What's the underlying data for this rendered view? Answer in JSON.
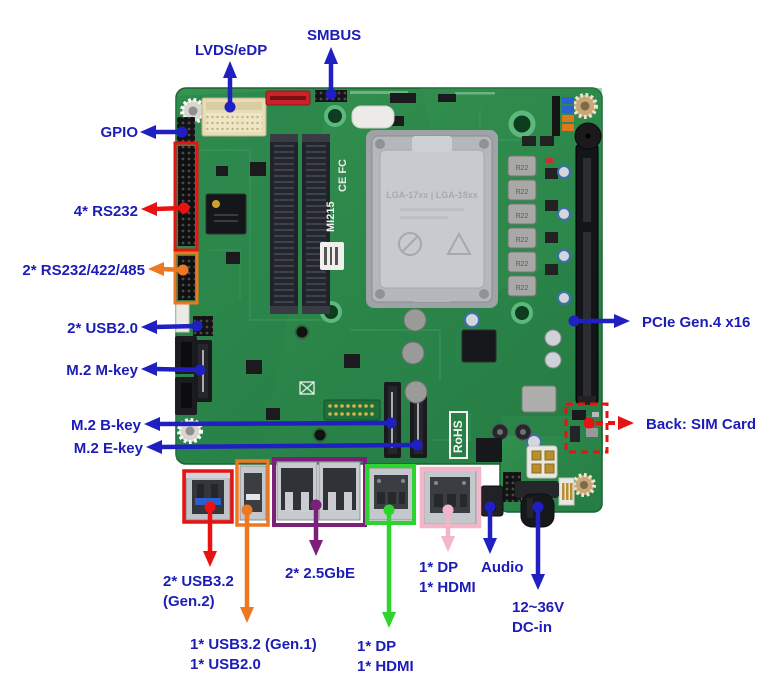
{
  "callouts": {
    "lvds_edp": "LVDS/eDP",
    "smbus": "SMBUS",
    "gpio": "GPIO",
    "rs232": "4* RS232",
    "rs232_422_485": "2* RS232/422/485",
    "usb2_header": "2* USB2.0",
    "m2_mkey": "M.2 M-key",
    "m2_bkey": "M.2 B-key",
    "m2_ekey": "M.2 E-key",
    "pcie": "PCIe Gen.4 x16",
    "sim": "Back: SIM Card",
    "usb32_gen2": {
      "line1": "2* USB3.2",
      "line2": "(Gen.2)"
    },
    "usb32_gen1": {
      "line1": "1* USB3.2 (Gen.1)",
      "line2": "1* USB2.0"
    },
    "lan": "2* 2.5GbE",
    "dp_hdmi_green": {
      "line1": "1* DP",
      "line2": "1* HDMI"
    },
    "dp_hdmi_pink": {
      "line1": "1* DP",
      "line2": "1* HDMI"
    },
    "audio": "Audio",
    "dc_in": {
      "line1": "12~36V",
      "line2": "DC-in"
    }
  },
  "silkscreen": {
    "model": "MI215",
    "cert": "CE FC",
    "rohs": "RoHS",
    "socket": "LGA-17xx | LGA-18xx",
    "inductor": "R22"
  },
  "colors": {
    "label_text_blue": "#1c1cb8",
    "arrow_blue": "#1f1fc2",
    "arrow_red": "#e81212",
    "arrow_orange": "#ee7722",
    "arrow_purple": "#7b1f7b",
    "arrow_green": "#2dd42d",
    "arrow_pink": "#f3b6c8",
    "pcb_green": "#2e8a4c"
  }
}
